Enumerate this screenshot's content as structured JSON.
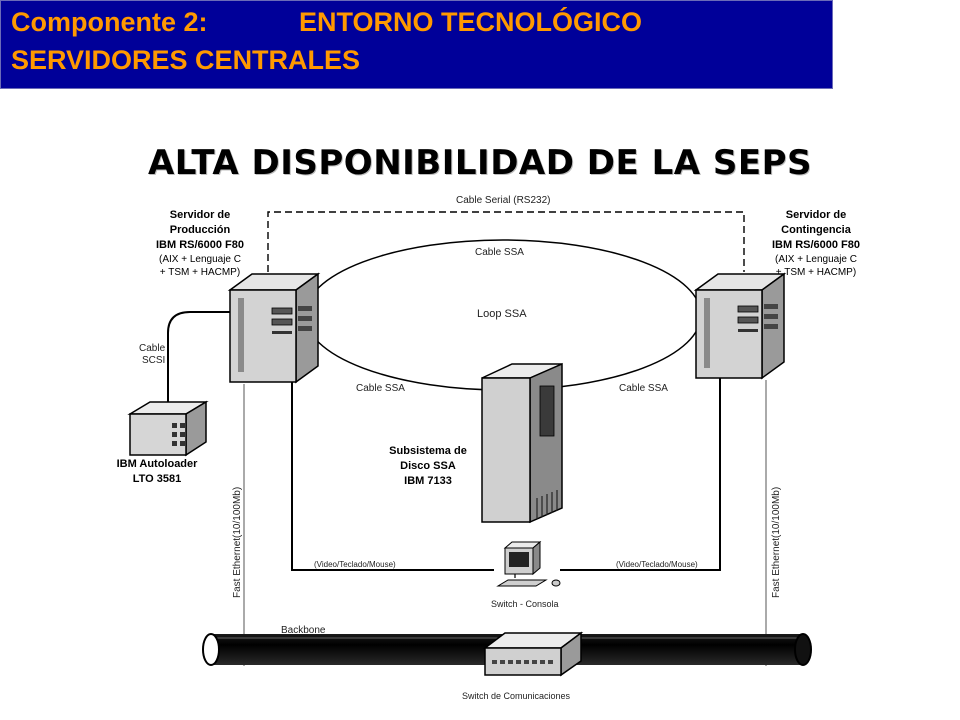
{
  "header": {
    "component": "Componente 2:",
    "area": "ENTORNO TECNOLÓGICO",
    "section": "SERVIDORES CENTRALES"
  },
  "title": "ALTA DISPONIBILIDAD DE LA SEPS",
  "production_server": {
    "line1": "Servidor de",
    "line2": "Producción",
    "model": "IBM RS/6000 F80",
    "sw1": "(AIX + Lenguaje C",
    "sw2": "+ TSM + HACMP)"
  },
  "contingency_server": {
    "line1": "Servidor de",
    "line2": "Contingencia",
    "model": "IBM RS/6000 F80",
    "sw1": "(AIX + Lenguaje C",
    "sw2": "+ TSM + HACMP)"
  },
  "autoloader": {
    "line1": "IBM Autoloader",
    "line2": "LTO 3581"
  },
  "disk_subsystem": {
    "line1": "Subsistema de",
    "line2": "Disco SSA",
    "line3": "IBM 7133"
  },
  "connections": {
    "serial": "Cable Serial (RS232)",
    "ssa_top": "Cable SSA",
    "loop": "Loop SSA",
    "ssa_left": "Cable SSA",
    "ssa_right": "Cable SSA",
    "scsi_1": "Cable",
    "scsi_2": "SCSI",
    "vkm_left": "(Video/Teclado/Mouse)",
    "vkm_right": "(Video/Teclado/Mouse)",
    "eth_left": "Fast Ethernet(10/100Mb)",
    "eth_right": "Fast Ethernet(10/100Mb)",
    "backbone": "Backbone"
  },
  "console": "Switch - Consola",
  "comm_switch": "Switch de Comunicaciones"
}
